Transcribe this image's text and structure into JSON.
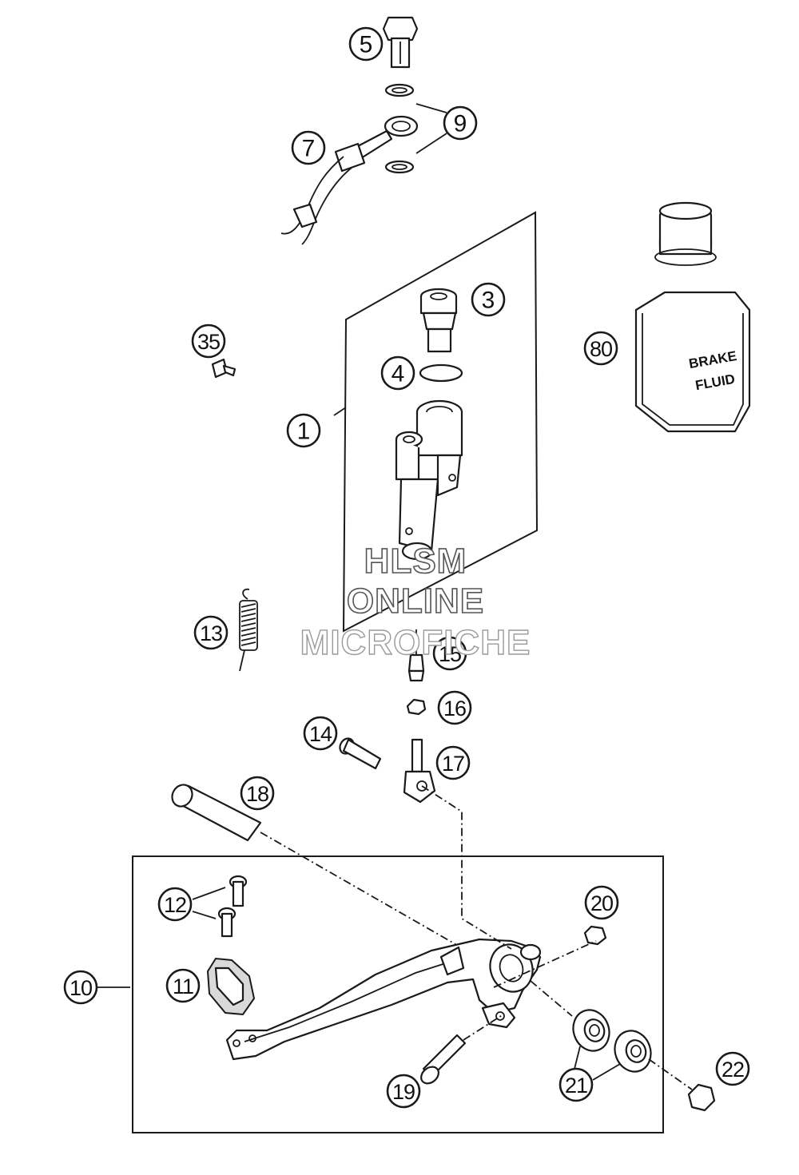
{
  "callouts": {
    "c1": "1",
    "c3": "3",
    "c4": "4",
    "c5": "5",
    "c7": "7",
    "c9": "9",
    "c10": "10",
    "c11": "11",
    "c12": "12",
    "c13": "13",
    "c14": "14",
    "c15": "15",
    "c16": "16",
    "c17": "17",
    "c18": "18",
    "c19": "19",
    "c20": "20",
    "c21": "21",
    "c22": "22",
    "c35": "35",
    "c80": "80"
  },
  "fluid_can": {
    "line1": "BRAKE",
    "line2": "FLUID"
  },
  "watermark": {
    "line1": "HLSM",
    "line2": "ONLINE",
    "line3": "MICROFICHE"
  },
  "colors": {
    "line": "#1a1a1a",
    "background": "#ffffff",
    "shade": "#d9d9d9"
  }
}
